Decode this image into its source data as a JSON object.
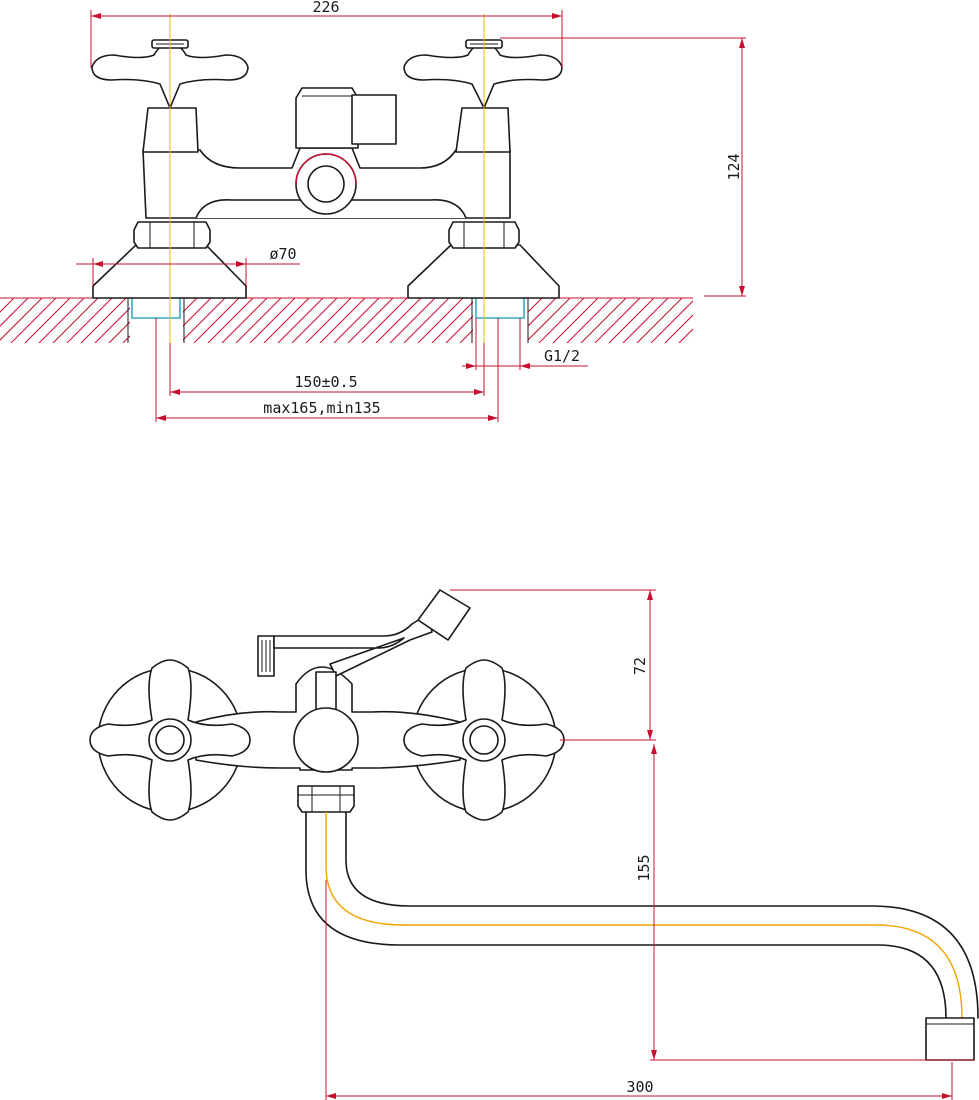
{
  "colors": {
    "outline": "#1a1a1a",
    "dimension": "#c8102e",
    "centerline": "#e3c200",
    "pipe_axis": "#f0a500",
    "fitting": "#37a9c8"
  },
  "front_view": {
    "overall_width": "226",
    "height": "124",
    "flange_diameter": "ø70",
    "thread": "G1/2",
    "center_distance": "150±0.5",
    "adjust_range": "max165,min135"
  },
  "top_view": {
    "handle_height": "72",
    "spout_drop": "155",
    "spout_reach": "300"
  }
}
